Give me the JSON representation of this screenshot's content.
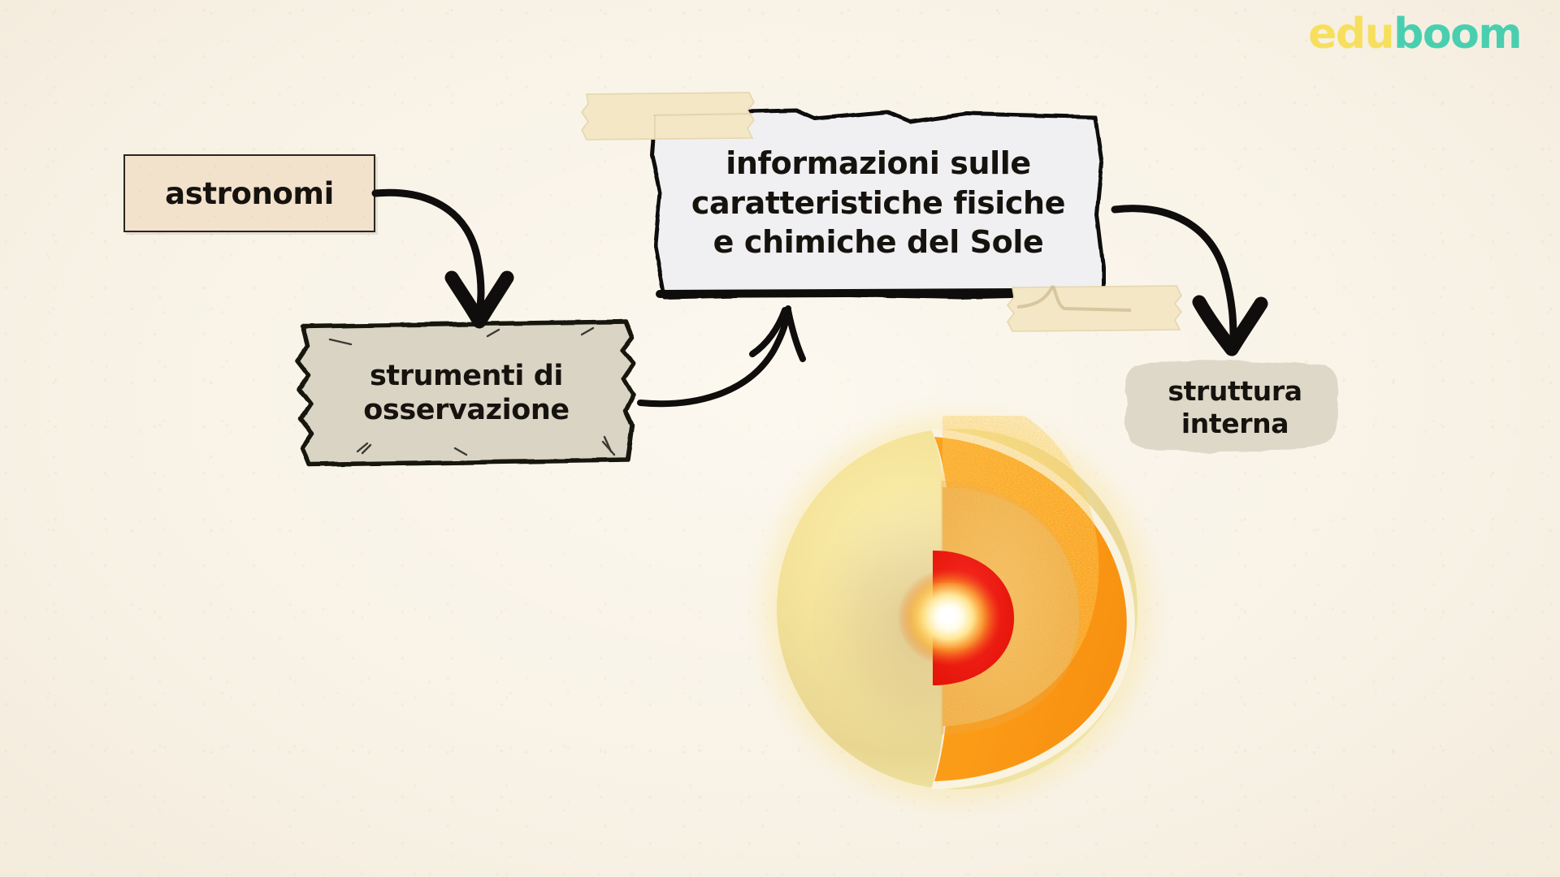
{
  "page": {
    "background_color": "#f8f2e6",
    "language": "it",
    "topic": "Struttura interna del Sole"
  },
  "logo": {
    "part1": "edu",
    "part2": "boom",
    "part1_color": "#f7df5e",
    "part2_color": "#49cfb0"
  },
  "nodes": {
    "astronomi": {
      "label": "astronomi",
      "style": "paper-card",
      "fill_color": "#f2e2cc",
      "border_color": "#2a2520"
    },
    "strumenti": {
      "label": "strumenti di osservazione",
      "line1": "strumenti di",
      "line2": "osservazione",
      "style": "torn-paper-card",
      "fill_color": "#d9d4c4",
      "border_color": "#16130f"
    },
    "informazioni": {
      "label": "informazioni sulle caratteristiche fisiche e chimiche del Sole",
      "line1": "informazioni sulle",
      "line2": "caratteristiche fisiche",
      "line3": "e chimiche del Sole",
      "style": "rough-panel-taped",
      "fill_color": "#f0f0f2",
      "border_color": "#0f0d0b"
    },
    "struttura": {
      "label": "struttura interna",
      "line1": "struttura",
      "line2": "interna",
      "style": "highlight-blob",
      "fill_color": "#ddd8c8"
    }
  },
  "tapes": [
    {
      "name": "tape-top-left",
      "color": "#f2e6c4"
    },
    {
      "name": "tape-bottom-right",
      "color": "#f2e6c4"
    }
  ],
  "arrows": [
    {
      "name": "astronomi-to-strumenti",
      "from": "astronomi",
      "to": "strumenti",
      "direction": "down",
      "color": "#100e0c"
    },
    {
      "name": "strumenti-to-informazioni",
      "from": "strumenti",
      "to": "informazioni",
      "direction": "up-right",
      "color": "#100e0c"
    },
    {
      "name": "informazioni-to-struttura",
      "from": "informazioni",
      "to": "struttura",
      "direction": "down-right",
      "color": "#100e0c"
    }
  ],
  "illustration": {
    "name": "sun-cutaway",
    "description": "Sezione interna del Sole",
    "layers": [
      {
        "name": "glow",
        "color": "#fbe893"
      },
      {
        "name": "photosphere-outer",
        "color": "#f6e28f"
      },
      {
        "name": "photosphere-cut",
        "color": "#fb9e1c"
      },
      {
        "name": "convective-zone",
        "color": "#f0b254"
      },
      {
        "name": "radiative-zone",
        "color": "#ee1c16"
      },
      {
        "name": "core",
        "color": "#fffbe8"
      }
    ]
  }
}
